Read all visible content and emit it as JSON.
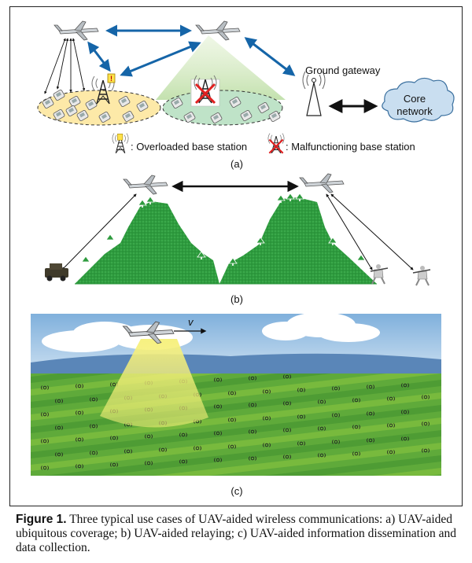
{
  "panel_a": {
    "ground_gateway_label": "Ground gateway",
    "core_network_label": "Core network",
    "core_network_line1": "Core",
    "core_network_line2": "network",
    "legend_overloaded": ": Overloaded base station",
    "legend_malfunctioning": ": Malfunctioning base station",
    "panel_label": "(a)"
  },
  "panel_b": {
    "panel_label": "(b)"
  },
  "panel_c": {
    "velocity_label": "v",
    "panel_label": "(c)"
  },
  "caption": {
    "figure_label": "Figure 1.",
    "text": " Three typical use cases of UAV-aided wireless communications: a) UAV-aided ubiquitous coverage; b) UAV-aided relaying; c) UAV-aided information dissemination and data collection."
  },
  "colors": {
    "arrow_blue": "#1565a8",
    "mountain_green": "#2e9b3e",
    "field_green": "#5faa3a",
    "overloaded_fill": "#fde9a8",
    "coverage_fill": "#bfe3c8",
    "sky": "#a9c9e6",
    "beam_yellow": "#f3ee7a"
  }
}
